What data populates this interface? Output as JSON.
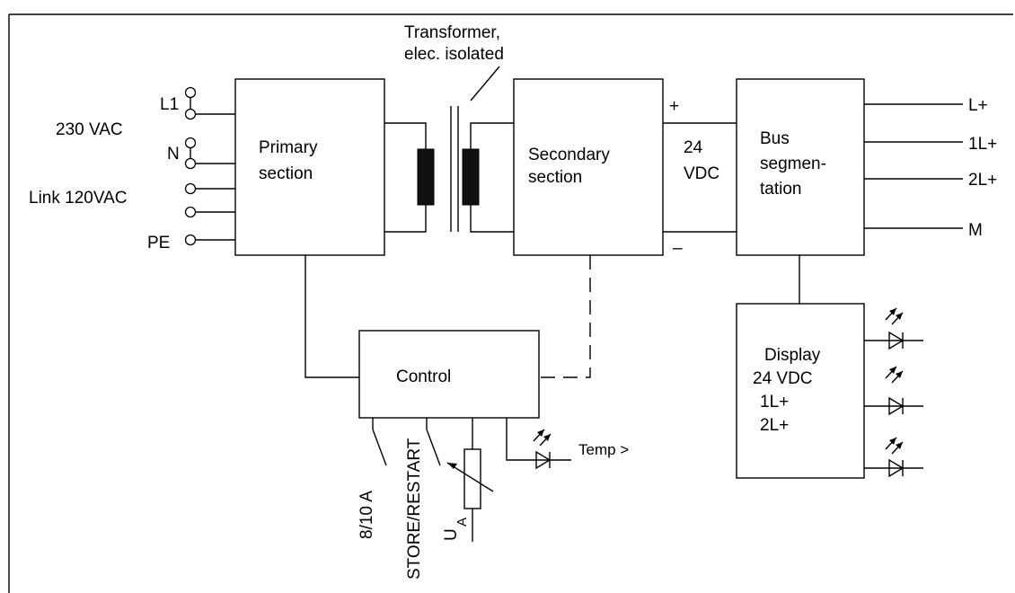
{
  "labels": {
    "transformer_line1": "Transformer,",
    "transformer_line2": "elec. isolated",
    "primary_line1": "Primary",
    "primary_line2": "section",
    "secondary_line1": "Secondary",
    "secondary_line2": "section",
    "bus_line1": "Bus",
    "bus_line2": "segmen-",
    "bus_line3": "tation",
    "dc_line1": "24",
    "dc_line2": "VDC",
    "plus": "+",
    "minus": "–",
    "control": "Control",
    "display_line1": "Display",
    "display_line2": "24 VDC",
    "display_line3": "1L+",
    "display_line4": "2L+",
    "in_230": "230 VAC",
    "in_link": "Link 120VAC",
    "t_l1": "L1",
    "t_n": "N",
    "t_pe": "PE",
    "out_lplus": "L+",
    "out_1lplus": "1L+",
    "out_2lplus": "2L+",
    "out_m": "M",
    "switch_810": "8/10 A",
    "switch_store": "STORE/RESTART",
    "pot_u": "U",
    "pot_sub": "A",
    "temp": "Temp >"
  }
}
